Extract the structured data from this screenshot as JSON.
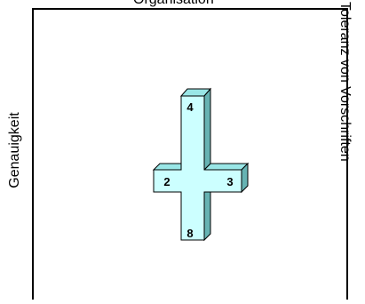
{
  "diagram": {
    "top_label": "Organisation",
    "left_label": "Genauigkeit",
    "right_label": "Toleranz von Vorschriften",
    "cross": {
      "top_value": "4",
      "left_value": "2",
      "right_value": "3",
      "bottom_value": "8"
    },
    "colors": {
      "cross_front": "#CCFFFF",
      "cross_side": "#66B3B3",
      "cross_top": "#99E6E6",
      "frame": "#000000"
    }
  }
}
